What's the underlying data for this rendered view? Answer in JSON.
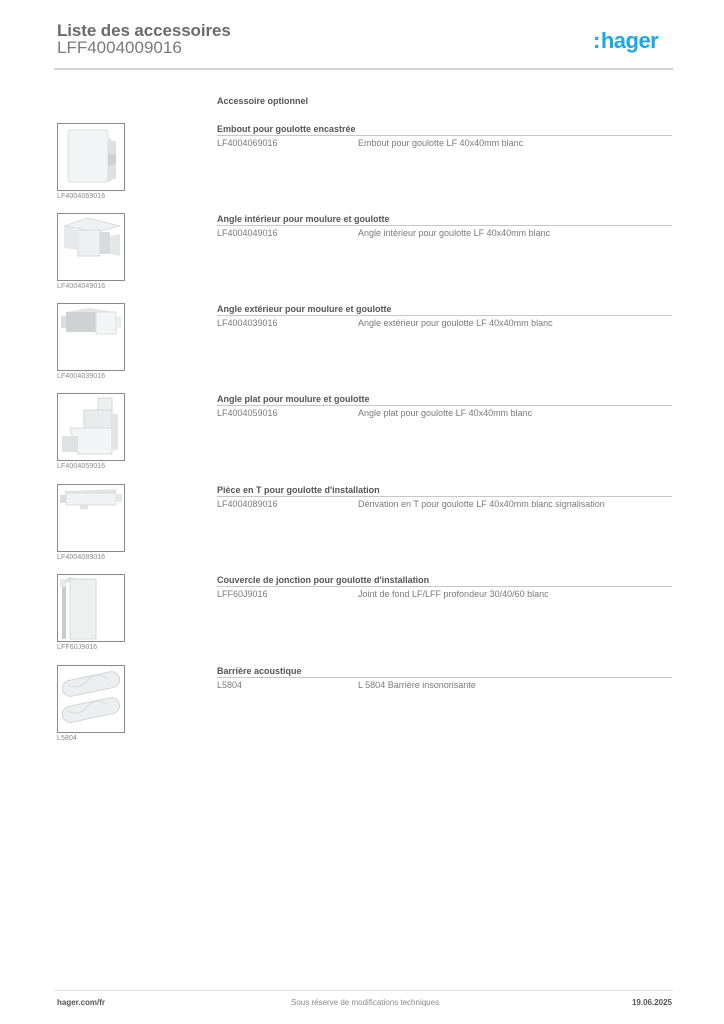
{
  "header": {
    "title": "Liste des accessoires",
    "subtitle": "LFF4004009016",
    "logo_colon": ":",
    "logo_text": "hager",
    "logo_color": "#1aa9e1"
  },
  "section": {
    "title": "Accessoire optionnel"
  },
  "items": [
    {
      "heading": "Embout pour goulotte encastrée",
      "ref": "LF4004069016",
      "description": "Embout pour goulotte LF 40x40mm blanc",
      "image_caption": "LF4004069016",
      "image_icon": "end-cap-image"
    },
    {
      "heading": "Angle intérieur pour moulure et goulotte",
      "ref": "LF4004049016",
      "description": "Angle intérieur pour goulotte LF 40x40mm blanc",
      "image_caption": "LF4004049016",
      "image_icon": "inner-angle-image"
    },
    {
      "heading": "Angle extérieur pour moulure et goulotte",
      "ref": "LF4004039016",
      "description": "Angle extérieur pour goulotte LF 40x40mm blanc",
      "image_caption": "LF4004039016",
      "image_icon": "outer-angle-image"
    },
    {
      "heading": "Angle plat pour moulure et goulotte",
      "ref": "LF4004059016",
      "description": "Angle plat pour goulotte LF 40x40mm blanc",
      "image_caption": "LF4004059016",
      "image_icon": "flat-angle-image"
    },
    {
      "heading": "Pièce en T pour  goulotte d'installation",
      "ref": "LF4004089016",
      "description": "Dérivation en T pour goulotte LF 40x40mm blanc signalisation",
      "image_caption": "LF4004089016",
      "image_icon": "t-piece-image"
    },
    {
      "heading": "Couvercle de jonction pour goulotte d'installation",
      "ref": "LFF60J9016",
      "description": "Joint de fond LF/LFF profondeur 30/40/60 blanc",
      "image_caption": "LFF60J9016",
      "image_icon": "joint-cover-image"
    },
    {
      "heading": "Barrière acoustique",
      "ref": "L5804",
      "description": "L 5804 Barrière insonorisante",
      "image_caption": "L5804",
      "image_icon": "acoustic-barrier-image"
    }
  ],
  "footer": {
    "website": "hager.com/fr",
    "disclaimer": "Sous réserve de modifications techniques",
    "date": "19.06.2025"
  }
}
